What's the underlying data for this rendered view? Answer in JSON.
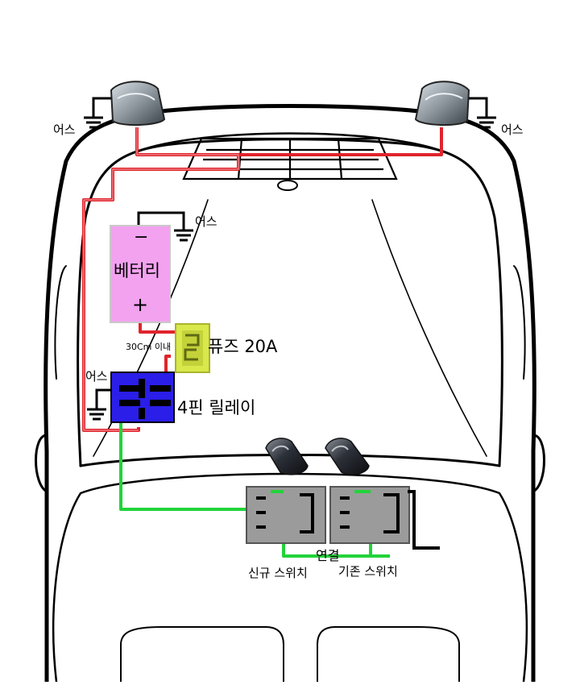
{
  "labels": {
    "ground_left_lamp": "어스",
    "ground_right_lamp": "어스",
    "ground_battery": "어스",
    "ground_relay": "어스",
    "battery_minus": "−",
    "battery_name": "베터리",
    "battery_plus": "+",
    "fuse": "퓨즈 20A",
    "fuse_distance": "30Cm 이내",
    "relay": "4핀 릴레이",
    "connect": "연결",
    "new_switch": "신규 스위치",
    "old_switch": "기존 스위치"
  },
  "colors": {
    "power_wire": "#e0242c",
    "signal_wire": "#22d33a",
    "battery": "#f2a2ef",
    "fuse": "#d9e84a",
    "relay": "#2a1ee8",
    "switch_block": "#9b9b9b",
    "car_outline": "#000000"
  },
  "icons": [
    "headlamp-icon",
    "ground-symbol-icon",
    "toggle-switch-icon",
    "fuse-icon",
    "relay-icon"
  ]
}
